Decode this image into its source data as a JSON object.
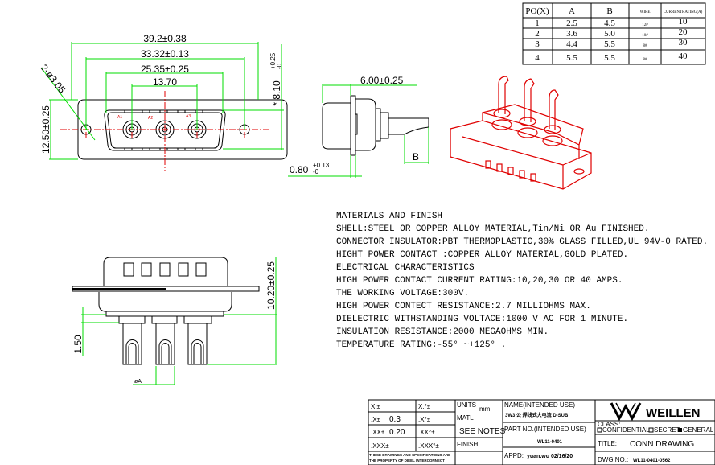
{
  "spec_table": {
    "headers": [
      "PO(X)",
      "A",
      "B",
      "WIRE",
      "CURRENTRATING(A)"
    ],
    "rows": [
      [
        "1",
        "2.5",
        "4.5",
        "12#",
        "10"
      ],
      [
        "2",
        "3.6",
        "5.0",
        "10#",
        "20"
      ],
      [
        "3",
        "4.4",
        "5.5",
        "8#",
        "30"
      ],
      [
        "4",
        "5.5",
        "5.5",
        "8#",
        "40"
      ]
    ]
  },
  "front_view": {
    "dim_overall": "39.2±0.38",
    "dim_mount": "33.32±0.13",
    "dim_shell": "25.35±0.25",
    "dim_contacts": "13.70",
    "dim_hole": "2-ø3.05",
    "dim_height": "12.50±0.25",
    "dim_shell_height": "* 8.10",
    "dim_shell_height_tol_upper": "+0.25",
    "dim_shell_height_tol_lower": "-0",
    "contact_labels": [
      "A1",
      "A2",
      "A3"
    ]
  },
  "side_view": {
    "dim_depth": "6.00±0.25",
    "dim_flange": "0.80",
    "dim_flange_tol_upper": "+0.13",
    "dim_flange_tol_lower": "-0",
    "dim_b": "B"
  },
  "bottom_view": {
    "dim_total": "10.20±0.25",
    "dim_step": "1.50",
    "dim_a": "øA"
  },
  "notes": [
    "MATERIALS AND  FINISH",
    "SHELL:STEEL OR COPPER ALLOY MATERIAL,Tin/Ni OR Au FINISHED.",
    "CONNECTOR INSULATOR:PBT THERMOPLASTIC,30% GLASS FILLED,UL 94V-0 RATED.",
    "HIGHT POWER CONTACT :COPPER ALLOY MATERIAL,GOLD PLATED.",
    "ELECTRICAL CHARACTERISTICS",
    "HIGH POWER CONTACT CURRENT RATING:10,20,30 OR 40 AMPS.",
    "THE WORKING VOLTAGE:300V.",
    "HIGH POWER CONTECT RESISTANCE:2.7 MILLIOHMS MAX.",
    "DIELECTRIC WITHSTANDING VOLTACE:1000 V AC FOR 1 MINUTE.",
    "INSULATION RESISTANCE:2000 MEGAOHMS MIN.",
    "TEMPERATURE RATING:-55° ~+125° ."
  ],
  "title_block": {
    "tol_x": "X.±",
    "tol_x_ang": "X.°±",
    "tol_1": ".X±",
    "tol_1_val": "0.3",
    "tol_1_ang": ".X°±",
    "tol_2": ".XX±",
    "tol_2_val": "0.20",
    "tol_2_ang": ".XX°±",
    "tol_3": ".XXX±",
    "tol_3_ang": ".XXX°±",
    "property_note_1": "THESE DRAWINGS AND SPECIFICATIONS ARE",
    "property_note_2": "THE PROPERTY OF DIEEL INTERCONNECT",
    "units_label": "UNITS",
    "units_value": "mm",
    "matl_label": "MATL",
    "matl_value": "SEE NOTES",
    "finish_label": "FINISH",
    "name_label": "NAME(INTENDED USE)",
    "name_value": "3W3 公 焊线式大电流 D-SUB",
    "part_no_label": "PART NO.(INTENDED USE)",
    "part_no_value": "WL11-0401",
    "appd_label": "APPD:",
    "appd_value": "yuan.wu 02/16/20",
    "brand": "WEILLEN",
    "class_label": "CLASS:",
    "class_options": [
      "CONFIDENTIAL",
      "SECRET",
      "GENERAL"
    ],
    "class_selected": "GENERAL",
    "title_label": "TITLE:",
    "title_value": "CONN DRAWING",
    "dwg_no_label": "DWG NO.:",
    "dwg_no_value": "WL11-0401-0562"
  },
  "colors": {
    "dimension": "#00dd00",
    "centerline": "#e00000",
    "outline": "#000000"
  }
}
